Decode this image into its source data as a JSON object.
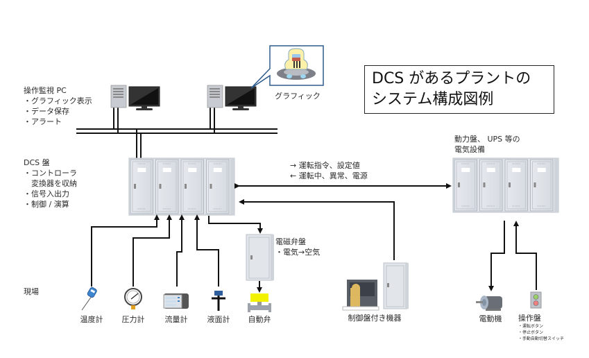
{
  "title": {
    "line1": "DCS があるプラントの",
    "line2": "システム構成図例"
  },
  "operator_pc": {
    "heading": "操作監視 PC",
    "items": [
      "・グラフィック表示",
      "・データ保存",
      "・アラート"
    ]
  },
  "graphic_callout": {
    "label": "グラフィック",
    "icon": "plant-reactor-icon",
    "border_color": "#2e5b8e"
  },
  "dcs_panel": {
    "heading": "DCS 盤",
    "items": [
      "・コントローラ",
      "　変換器を収納",
      "・信号入出力",
      "・制御 / 演算"
    ]
  },
  "signal_text": {
    "forward": "→ 運転指令、設定値",
    "backward": "← 運転中、異常、電源"
  },
  "power_panel": {
    "line1": "動力盤、 UPS 等の",
    "line2": "電気設備"
  },
  "solenoid_panel": {
    "heading": "電磁弁盤",
    "item": "・電気→空気"
  },
  "field": {
    "heading": "現場",
    "instruments": [
      {
        "label": "温度計",
        "icon": "thermometer-icon"
      },
      {
        "label": "圧力計",
        "icon": "pressure-gauge-icon"
      },
      {
        "label": "流量計",
        "icon": "flow-meter-icon"
      },
      {
        "label": "液面計",
        "icon": "level-gauge-icon"
      },
      {
        "label": "自動弁",
        "icon": "control-valve-icon"
      }
    ],
    "controlled_equipment": "制御盤付き機器",
    "motor": "電動機",
    "operation_panel": {
      "heading": "操作盤",
      "items": [
        "・運転ボタン",
        "・停止ボタン",
        "・手動自動切替スイッチ"
      ]
    }
  },
  "colors": {
    "cabinet": "#dfe3e8",
    "cabinet_edge": "#b9bfc7",
    "wire": "#111111",
    "valve_yellow": "#f2f200"
  }
}
